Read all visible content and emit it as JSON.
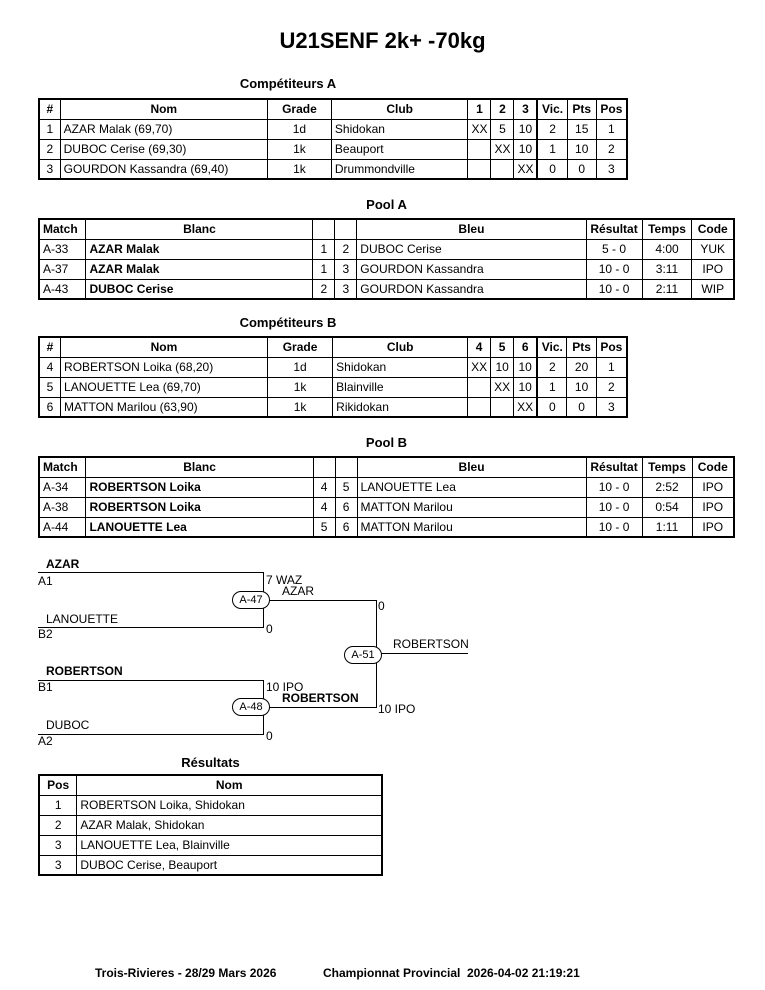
{
  "title": "U21SENF 2k+ -70kg",
  "competitors_a": {
    "heading": "Compétiteurs A",
    "headers": [
      "#",
      "Nom",
      "Grade",
      "Club",
      "1",
      "2",
      "3",
      "Vic.",
      "Pts",
      "Pos"
    ],
    "rows": [
      [
        "1",
        "AZAR Malak (69,70)",
        "1d",
        "Shidokan",
        "XX",
        "5",
        "10",
        "2",
        "15",
        "1"
      ],
      [
        "2",
        "DUBOC Cerise (69,30)",
        "1k",
        "Beauport",
        "",
        "XX",
        "10",
        "1",
        "10",
        "2"
      ],
      [
        "3",
        "GOURDON Kassandra (69,40)",
        "1k",
        "Drummondville",
        "",
        "",
        "XX",
        "0",
        "0",
        "3"
      ]
    ]
  },
  "pool_a": {
    "heading": "Pool A",
    "headers": [
      "Match",
      "Blanc",
      "",
      "",
      "Bleu",
      "Résultat",
      "Temps",
      "Code"
    ],
    "rows": [
      [
        "A-33",
        "AZAR Malak",
        "1",
        "2",
        "DUBOC Cerise",
        "5 - 0",
        "4:00",
        "YUK"
      ],
      [
        "A-37",
        "AZAR Malak",
        "1",
        "3",
        "GOURDON Kassandra",
        "10 - 0",
        "3:11",
        "IPO"
      ],
      [
        "A-43",
        "DUBOC Cerise",
        "2",
        "3",
        "GOURDON Kassandra",
        "10 - 0",
        "2:11",
        "WIP"
      ]
    ]
  },
  "competitors_b": {
    "heading": "Compétiteurs B",
    "headers": [
      "#",
      "Nom",
      "Grade",
      "Club",
      "4",
      "5",
      "6",
      "Vic.",
      "Pts",
      "Pos"
    ],
    "rows": [
      [
        "4",
        "ROBERTSON Loika (68,20)",
        "1d",
        "Shidokan",
        "XX",
        "10",
        "10",
        "2",
        "20",
        "1"
      ],
      [
        "5",
        "LANOUETTE Lea (69,70)",
        "1k",
        "Blainville",
        "",
        "XX",
        "10",
        "1",
        "10",
        "2"
      ],
      [
        "6",
        "MATTON Marilou (63,90)",
        "1k",
        "Rikidokan",
        "",
        "",
        "XX",
        "0",
        "0",
        "3"
      ]
    ]
  },
  "pool_b": {
    "heading": "Pool B",
    "headers": [
      "Match",
      "Blanc",
      "",
      "",
      "Bleu",
      "Résultat",
      "Temps",
      "Code"
    ],
    "rows": [
      [
        "A-34",
        "ROBERTSON Loika",
        "4",
        "5",
        "LANOUETTE Lea",
        "10 - 0",
        "2:52",
        "IPO"
      ],
      [
        "A-38",
        "ROBERTSON Loika",
        "4",
        "6",
        "MATTON Marilou",
        "10 - 0",
        "0:54",
        "IPO"
      ],
      [
        "A-44",
        "LANOUETTE Lea",
        "5",
        "6",
        "MATTON Marilou",
        "10 - 0",
        "1:11",
        "IPO"
      ]
    ]
  },
  "bracket": {
    "m1_top_name": "AZAR",
    "m1_top_seed": "A1",
    "m1_top_score": "7 WAZ",
    "m1_bottom_name": "LANOUETTE",
    "m1_bottom_seed": "B2",
    "m1_bottom_score": "0",
    "m1_id": "A-47",
    "m1_winner": "AZAR",
    "m2_top_name": "ROBERTSON",
    "m2_top_seed": "B1",
    "m2_top_score": "10 IPO",
    "m2_bottom_name": "DUBOC",
    "m2_bottom_seed": "A2",
    "m2_bottom_score": "0",
    "m2_id": "A-48",
    "m2_winner": "ROBERTSON",
    "final_id": "A-51",
    "final_top_score": "0",
    "final_bottom_score": "10 IPO",
    "final_winner": "ROBERTSON"
  },
  "results": {
    "heading": "Résultats",
    "headers": [
      "Pos",
      "Nom"
    ],
    "rows": [
      [
        "1",
        "ROBERTSON Loika, Shidokan"
      ],
      [
        "2",
        "AZAR Malak, Shidokan"
      ],
      [
        "3",
        "LANOUETTE Lea, Blainville"
      ],
      [
        "3",
        "DUBOC Cerise, Beauport"
      ]
    ]
  },
  "footer": {
    "location": "Trois-Rivieres - 28/29 Mars 2026",
    "event": "Championnat Provincial",
    "timestamp": "2026-04-02 21:19:21"
  }
}
